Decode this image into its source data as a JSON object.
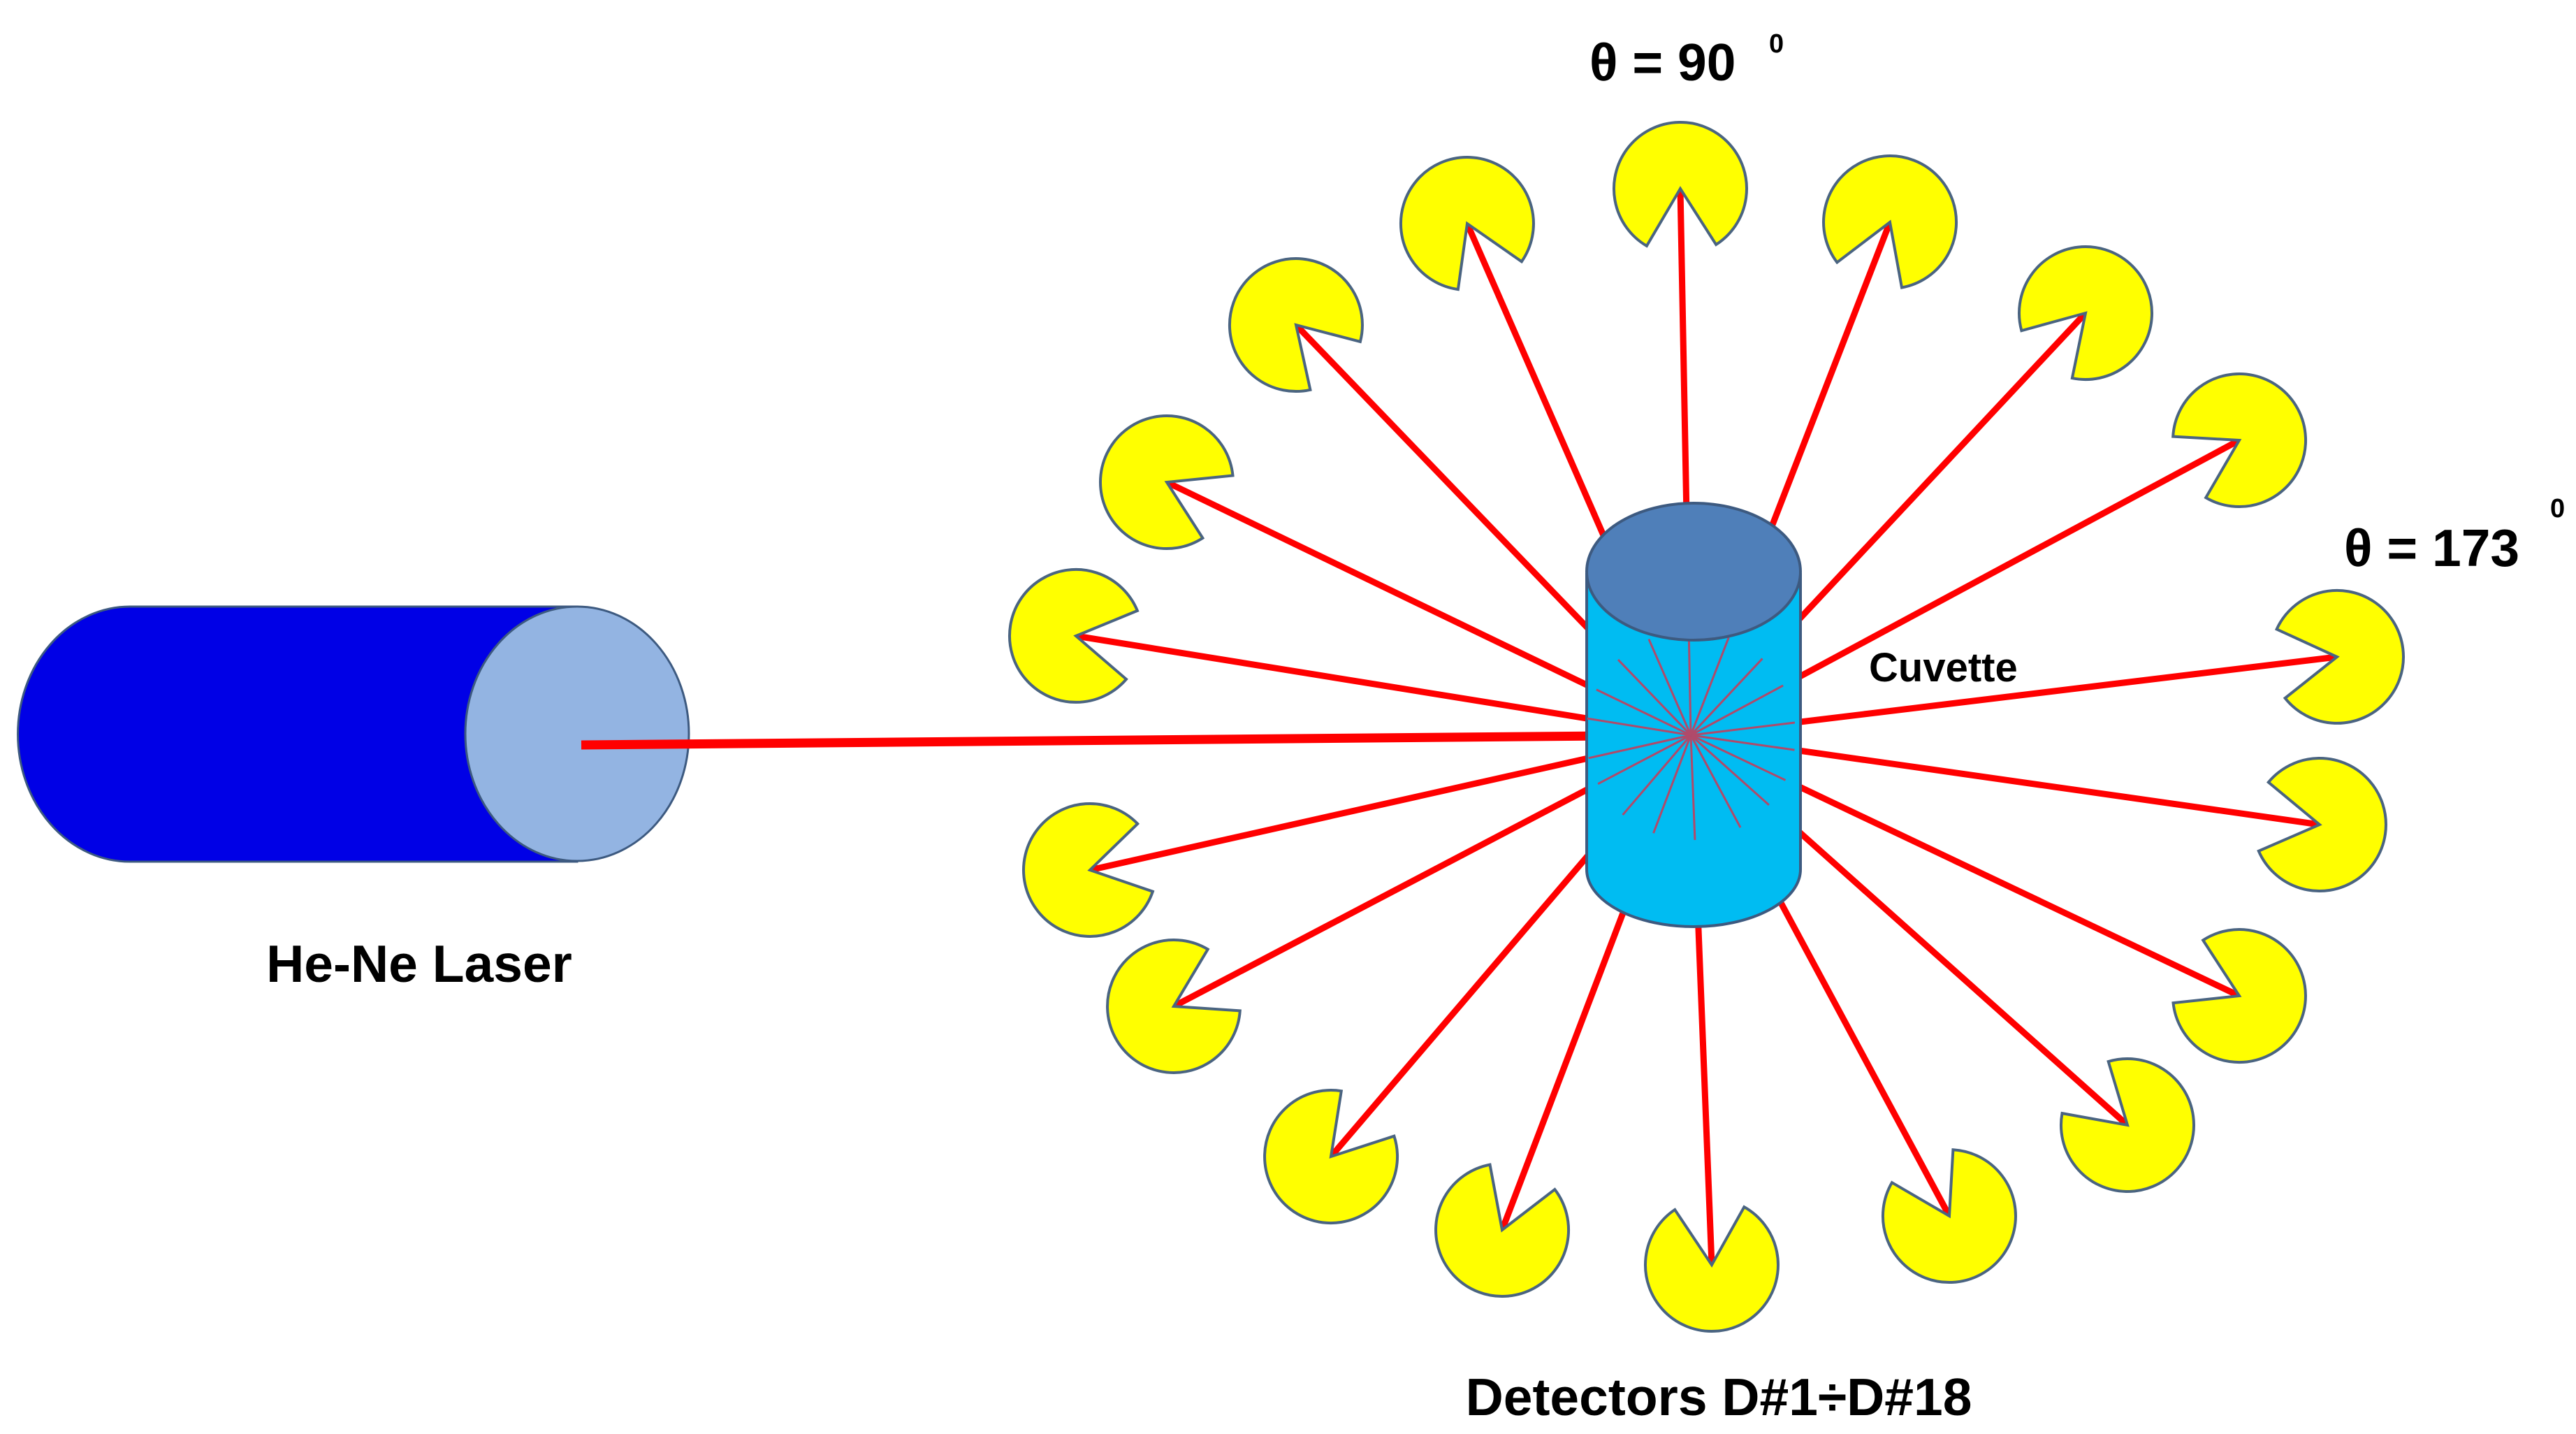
{
  "labels": {
    "laser": "He-Ne Laser",
    "cuvette": "Cuvette",
    "detectors": "Detectors D#1÷D#18",
    "angle_top": "θ = 90",
    "angle_top_sup": "0",
    "angle_right": "θ = 173",
    "angle_right_sup": "0"
  },
  "detector_count": 18,
  "colors": {
    "laser_body": "#0000e6",
    "laser_face": "#93b4e2",
    "beam": "#ff0000",
    "cuvette_body": "#00bcf2",
    "cuvette_top": "#4f7fb9",
    "detector_fill": "#ffff00",
    "detector_stroke": "#4a6481",
    "outline": "#3d5a80"
  }
}
